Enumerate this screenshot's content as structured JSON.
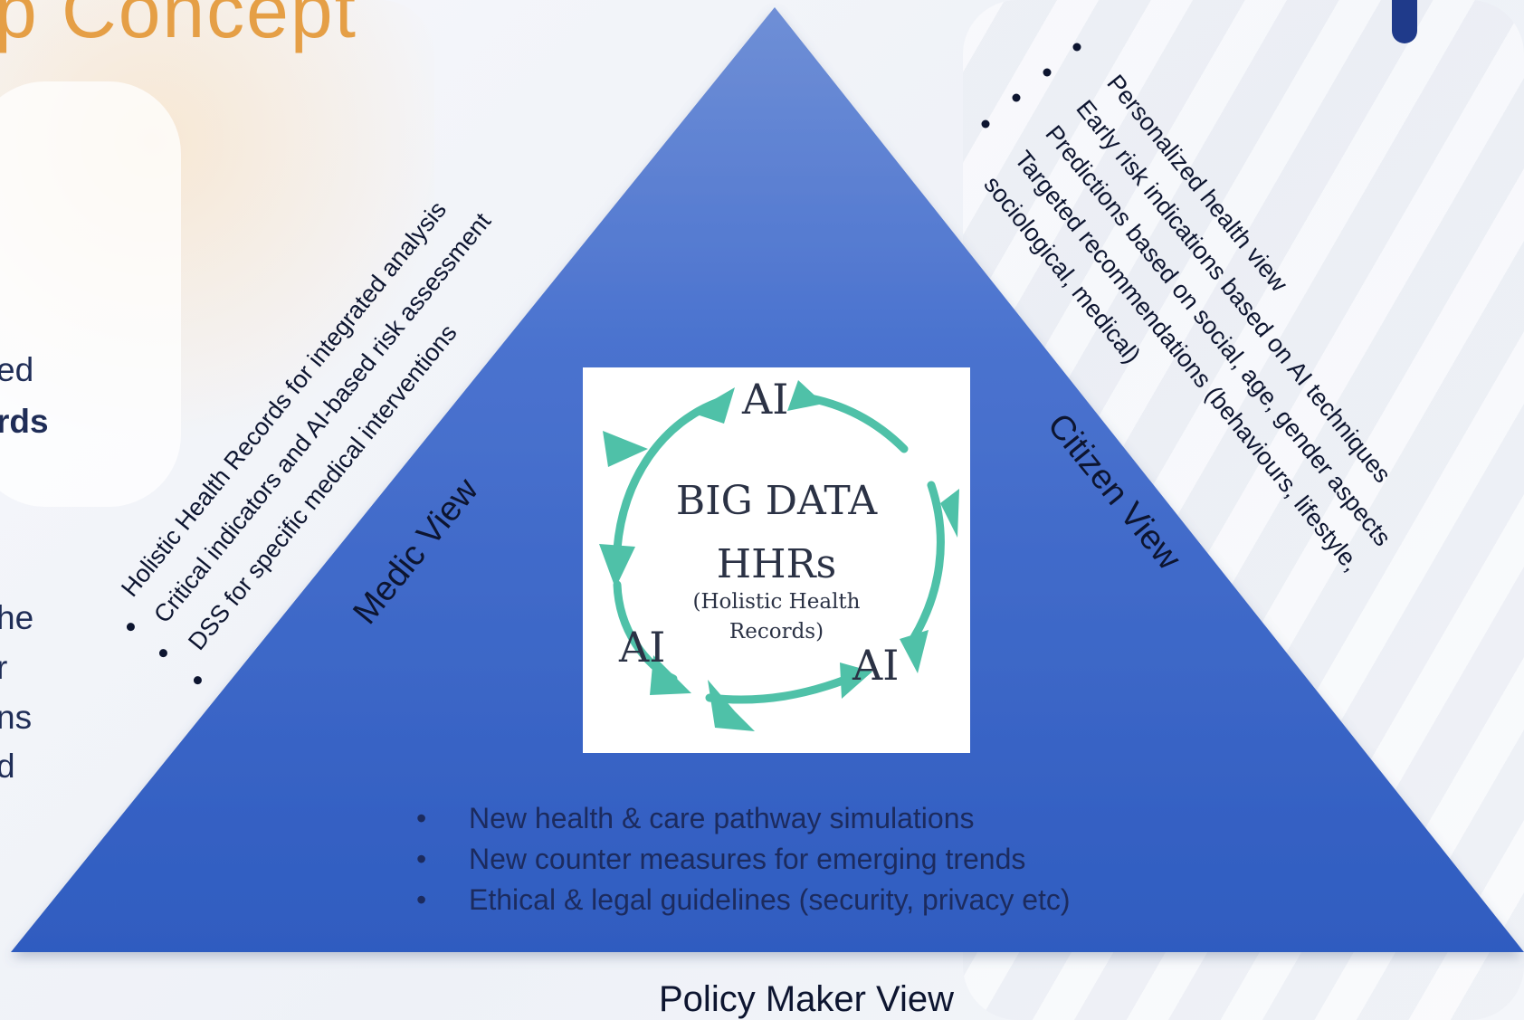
{
  "slide": {
    "title_fragment": "p Concept",
    "left_fragments": [
      "ed",
      "rds",
      "he",
      "r",
      "ns",
      "d"
    ]
  },
  "diagram": {
    "center": {
      "title": "BIG DATA",
      "subtitle": "HHRs",
      "caption_line1": "(Holistic Health",
      "caption_line2": "Records)",
      "ai_labels": [
        "AI",
        "AI",
        "AI"
      ]
    },
    "medic": {
      "label": "Medic View",
      "items": [
        "Holistic Health Records for integrated analysis",
        "Critical indicators and AI-based risk assessment",
        "DSS for specific medical interventions"
      ]
    },
    "citizen": {
      "label": "Citizen View",
      "items": [
        "Personalized health view",
        "Early risk indications based on AI techniques",
        "Predictions based on social, age, gender aspects",
        "Targeted recommendations (behaviours, lifestyle,",
        "sociological, medical)"
      ]
    },
    "policy": {
      "label": "Policy Maker View",
      "items": [
        "New health & care pathway simulations",
        "New counter measures for emerging trends",
        "Ethical & legal guidelines (security, privacy etc)"
      ]
    }
  },
  "colors": {
    "triangle_top": "#6f8fd6",
    "triangle_bottom": "#2f5cc0",
    "cycle_arrow": "#4fc1a8",
    "title_accent": "#e59f46"
  }
}
